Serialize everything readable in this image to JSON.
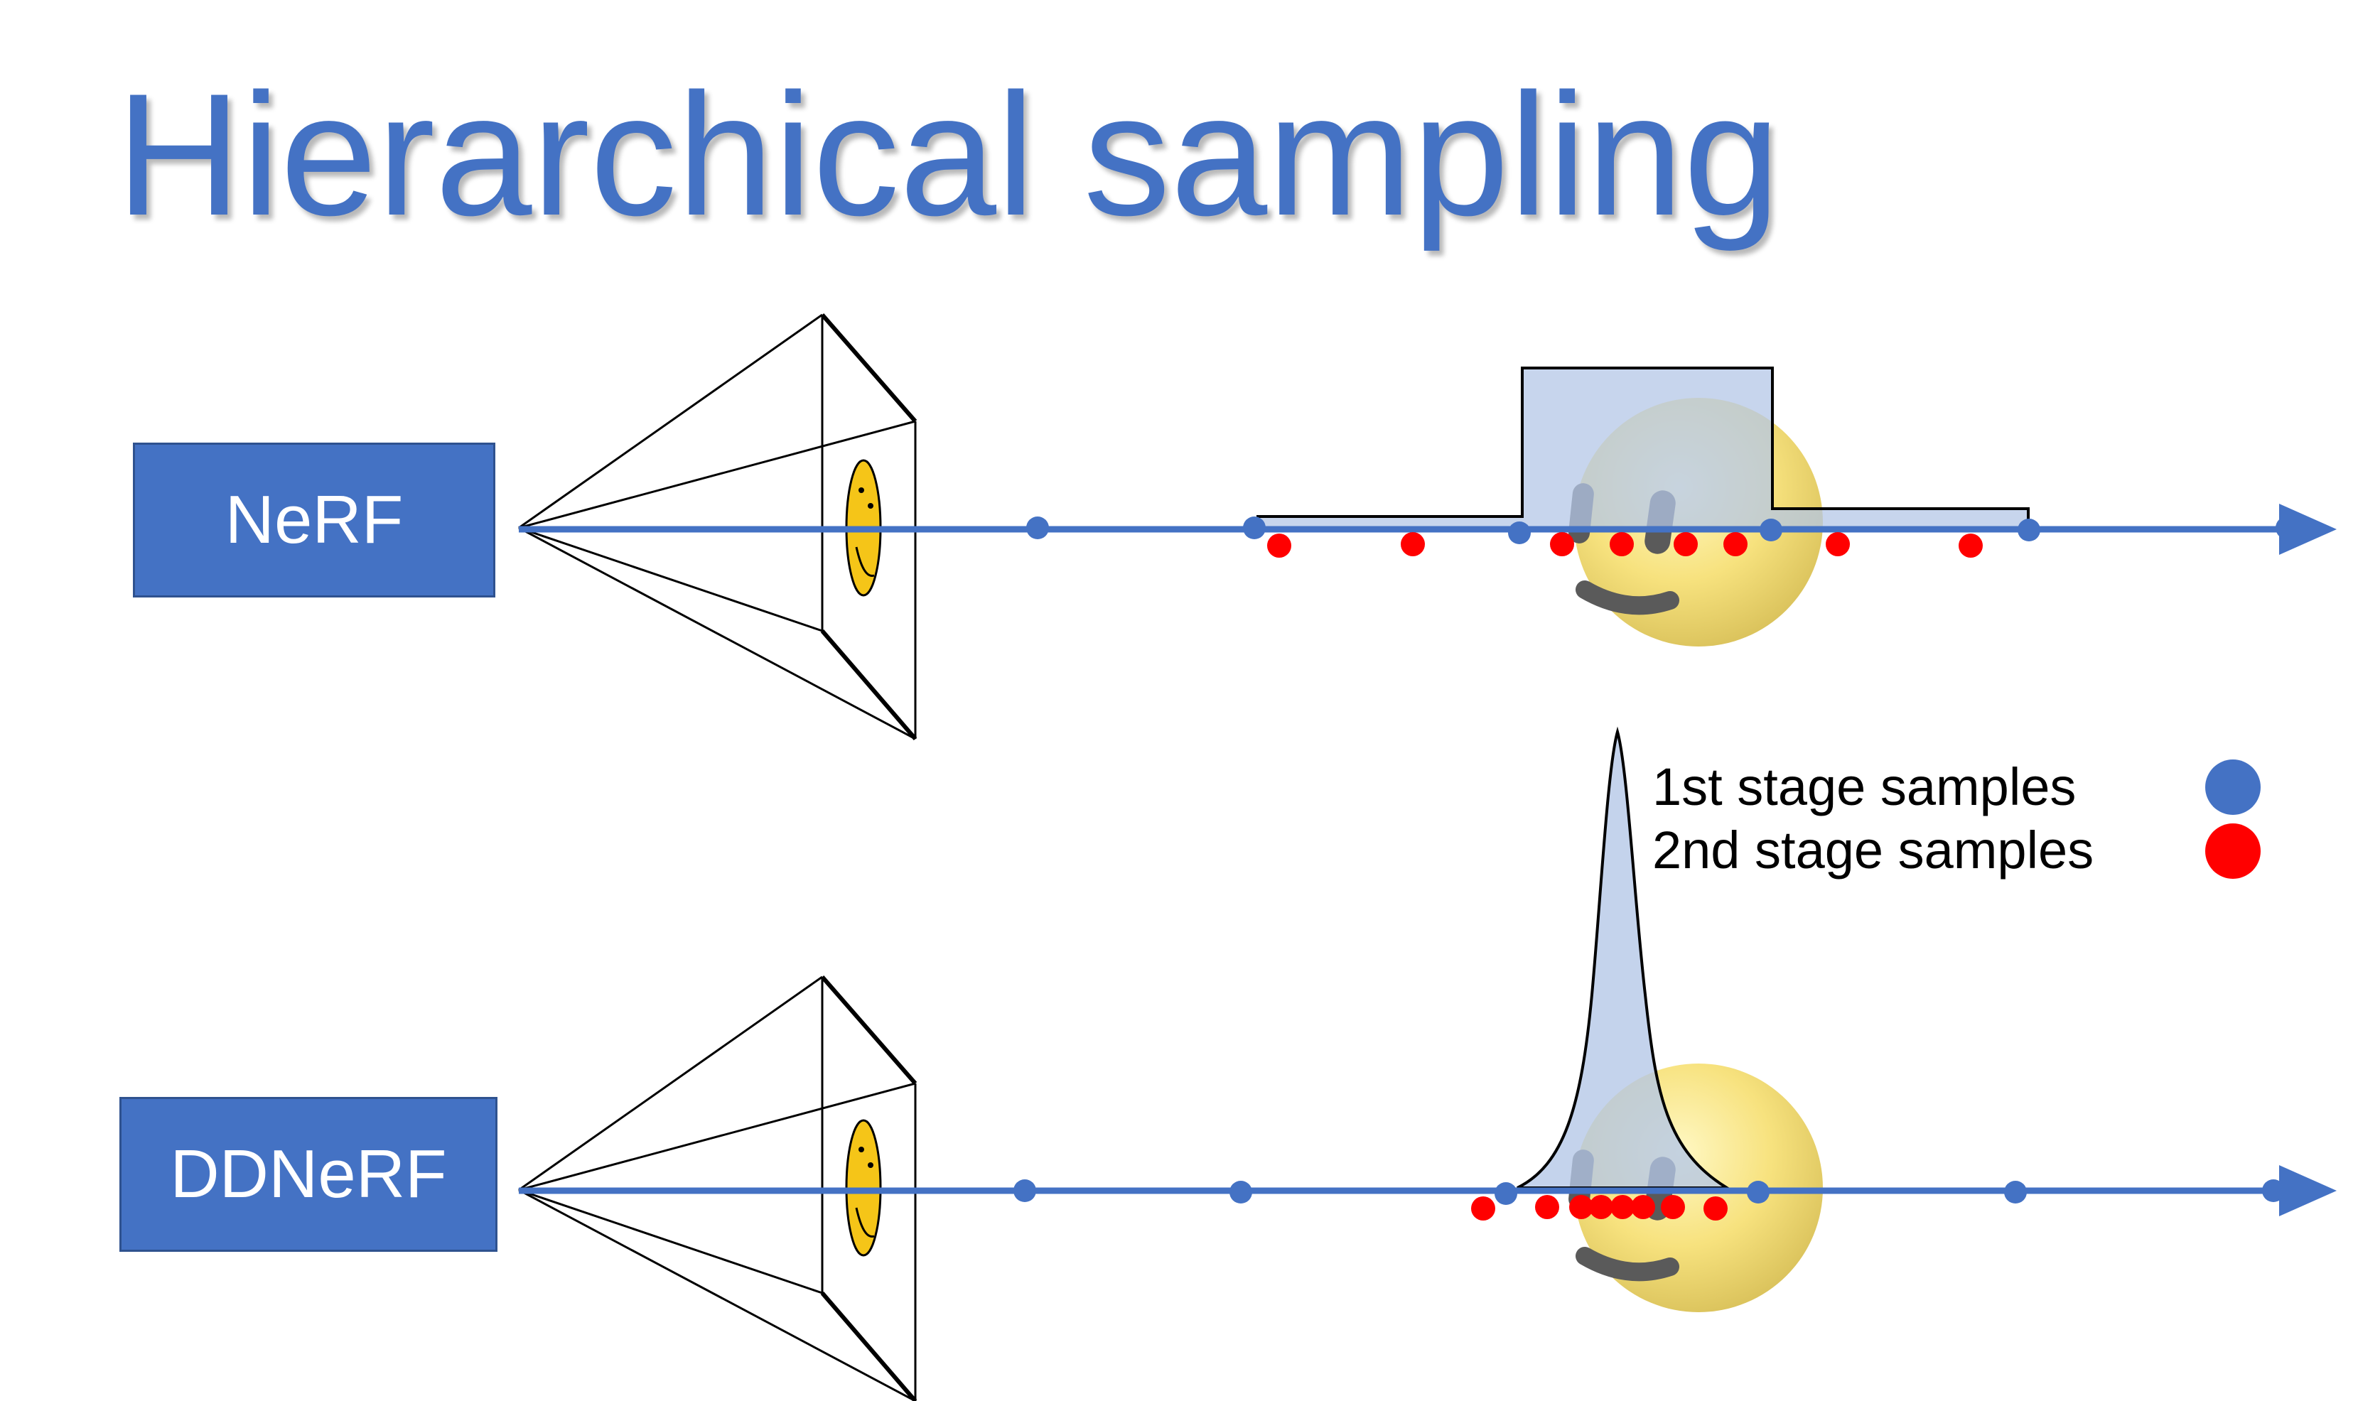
{
  "title": "Hierarchical sampling",
  "rows": {
    "nerf": {
      "label": "NeRF"
    },
    "ddnerf": {
      "label": "DDNeRF"
    }
  },
  "legend": {
    "first_stage": {
      "label": "1st stage samples",
      "color": "#4472C4"
    },
    "second_stage": {
      "label": "2nd stage samples",
      "color": "#FF0000"
    }
  },
  "colors": {
    "title": "#4472C4",
    "ray": "#4472C4",
    "label_box": "#4472C4",
    "distribution_fill": "#B4C7E7",
    "object_face": "#F5E27A",
    "frustum_face": "#F5C518"
  }
}
